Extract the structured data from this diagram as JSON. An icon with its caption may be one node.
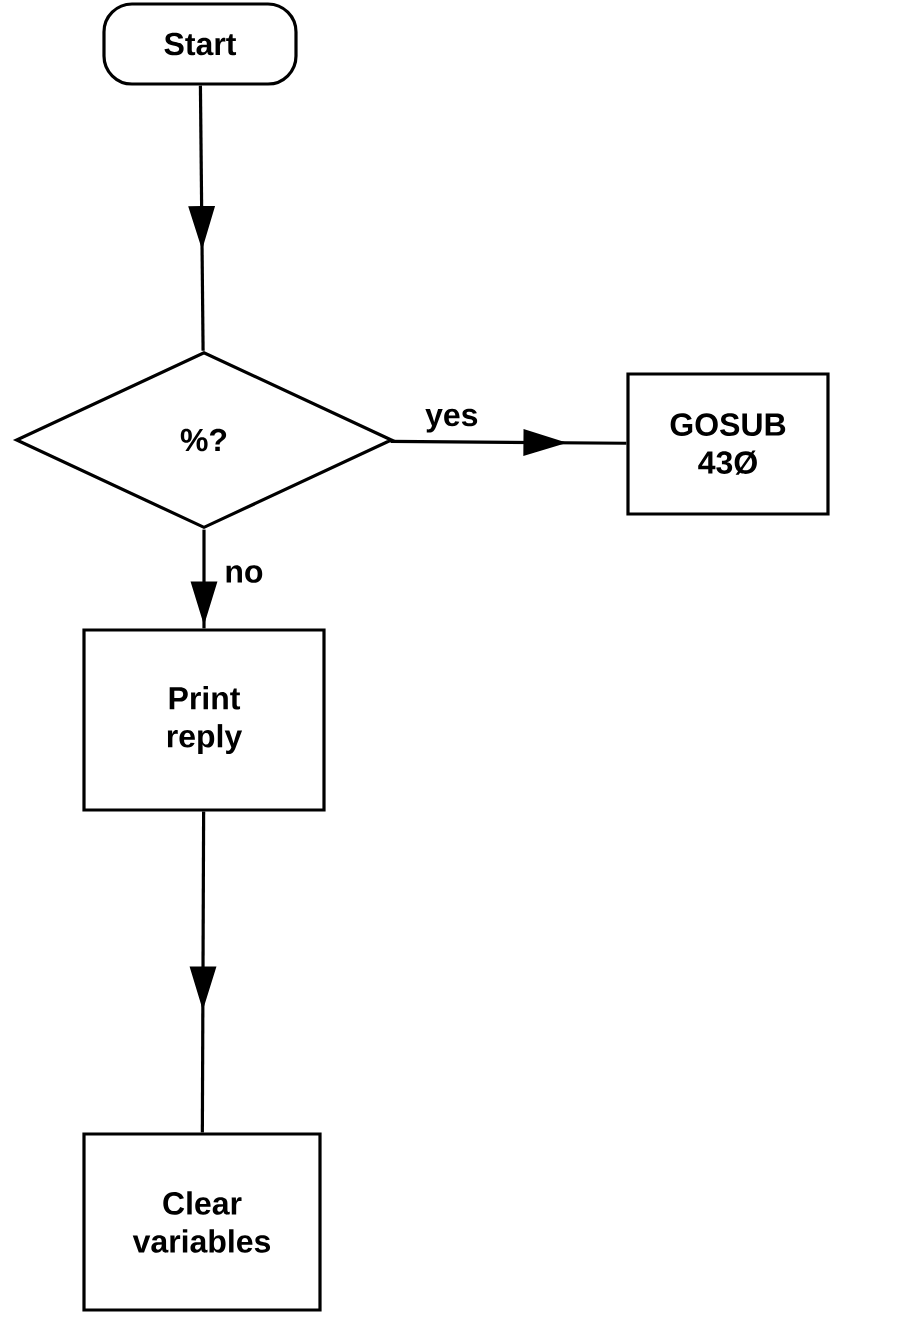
{
  "diagram": {
    "nodes": [
      {
        "text": [
          "Start"
        ]
      },
      {
        "text": [
          "%?"
        ]
      },
      {
        "text": [
          "GOSUB 43Ø"
        ]
      },
      {
        "text": [
          "Print reply"
        ]
      },
      {
        "text": [
          "Clear variables"
        ]
      }
    ],
    "edges": [
      {
        "from": 0,
        "to": 1,
        "arrow": "to"
      },
      {
        "from": 1,
        "to": 2,
        "arrow": "to",
        "label": "yes"
      },
      {
        "from": 1,
        "to": 3,
        "arrow": "to",
        "label": "no"
      },
      {
        "from": 3,
        "to": 4,
        "arrow": "to"
      }
    ]
  }
}
